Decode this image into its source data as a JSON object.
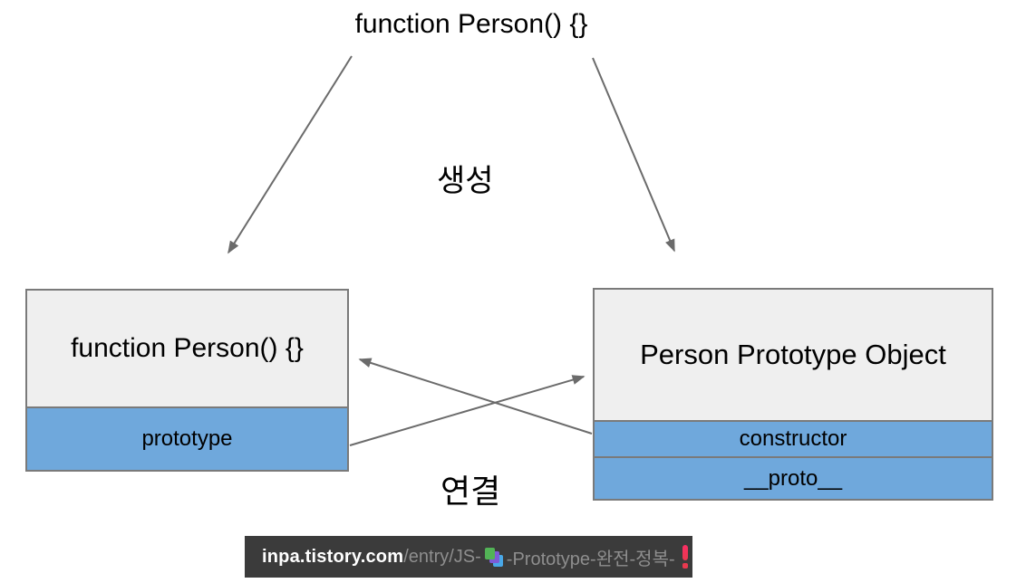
{
  "diagram": {
    "top_label": "function Person() {}",
    "create_label": "생성",
    "link_label": "연결",
    "function_box": {
      "title": "function Person() {}",
      "rows": [
        "prototype"
      ]
    },
    "prototype_box": {
      "title": "Person Prototype Object",
      "rows": [
        "constructor",
        "__proto__"
      ]
    },
    "colors": {
      "box_fill": "#efefef",
      "box_border": "#7a7a7a",
      "row_fill": "#6fa8dc",
      "arrow": "#6b6b6b",
      "text": "#000000"
    },
    "relations": [
      "function Person() {} --생성--> function box",
      "function Person() {} --생성--> prototype box",
      "prototype --연결--> Person Prototype Object",
      "constructor --연결--> function Person() {}"
    ]
  },
  "source_bar": {
    "domain": "inpa.tistory.com",
    "path_before_icon": "/entry/JS-",
    "path_after_icon": "-Prototype-완전-정복-",
    "icons": [
      "books-icon",
      "exclamation-icon"
    ],
    "background": "#3b3b3b",
    "domain_color": "#ffffff",
    "path_color": "#8e8e8e",
    "exclamation_color": "#fb2e64"
  }
}
